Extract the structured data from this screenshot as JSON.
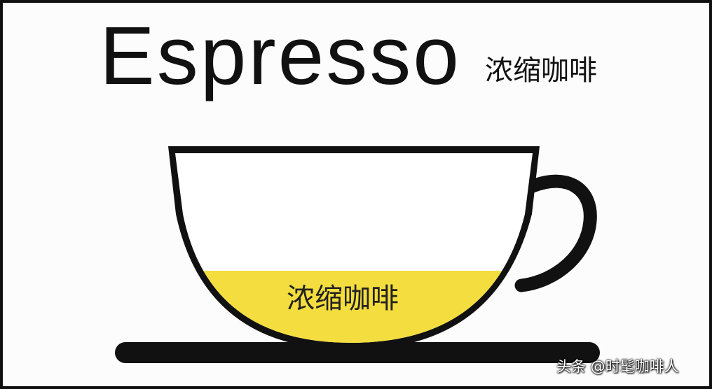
{
  "title": "Espresso",
  "subtitle": "浓缩咖啡",
  "cup": {
    "liquid_label": "浓缩咖啡",
    "liquid_fill_fraction": 0.38,
    "liquid_color": "#f4dd3e",
    "outline_color": "#111111",
    "cup_color": "#ffffff"
  },
  "watermark": "头条 @时髦咖啡人"
}
